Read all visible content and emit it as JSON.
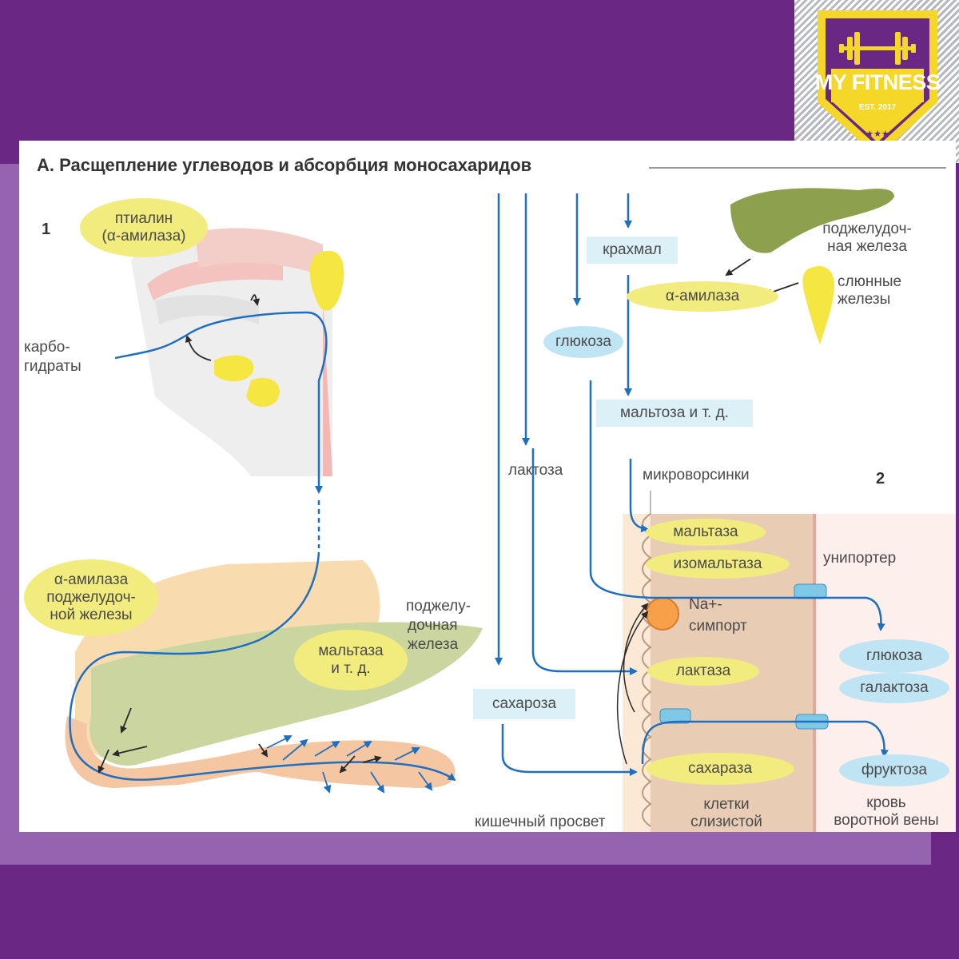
{
  "title": "А. Расщепление углеводов и абсорбция моносахаридов",
  "section_numbers": [
    "1",
    "2"
  ],
  "logo": {
    "text": "MY FITNESS",
    "est": "EST. 2017",
    "stars": "★★★"
  },
  "colors": {
    "frame": "#6b2784",
    "frame_light": "#9563b0",
    "logo_yellow": "#f5d72a",
    "enzyme": "#f2ec7e",
    "sugar": "#bfe4f3",
    "arrow": "#1f6fc1"
  },
  "left": {
    "ptyalin": [
      "птиалин",
      "(α-амилаза)"
    ],
    "carbs": [
      "карбо-",
      "гидраты"
    ],
    "pancreatic_amylase": [
      "α-амилаза",
      "поджелудоч-",
      "ной железы"
    ],
    "maltase_etc": [
      "мальтаза",
      "и т. д."
    ],
    "pancreas_label": [
      "поджелу-",
      "дочная",
      "железа"
    ]
  },
  "right": {
    "starch": "крахмал",
    "pancreas": [
      "поджелудоч-",
      "ная железа"
    ],
    "alpha_amylase": "α-амилаза",
    "salivary": [
      "слюнные",
      "железы"
    ],
    "glucose_top": "глюкоза",
    "maltose": "мальтоза и т. д.",
    "lactose": "лактоза",
    "sucrose": "сахароза",
    "microvilli": "микроворсинки",
    "maltase": "мальтаза",
    "isomaltase": "изомальтаза",
    "na_symport": [
      "Na+-",
      "симпорт"
    ],
    "uniporter": "унипортер",
    "lactase": "лактаза",
    "sucrase": "сахараза",
    "glucose": "глюкоза",
    "galactose": "галактоза",
    "fructose": "фруктоза",
    "lumen": "кишечный просвет",
    "mucosa": [
      "клетки",
      "слизистой"
    ],
    "blood": [
      "кровь",
      "воротной вены"
    ]
  }
}
